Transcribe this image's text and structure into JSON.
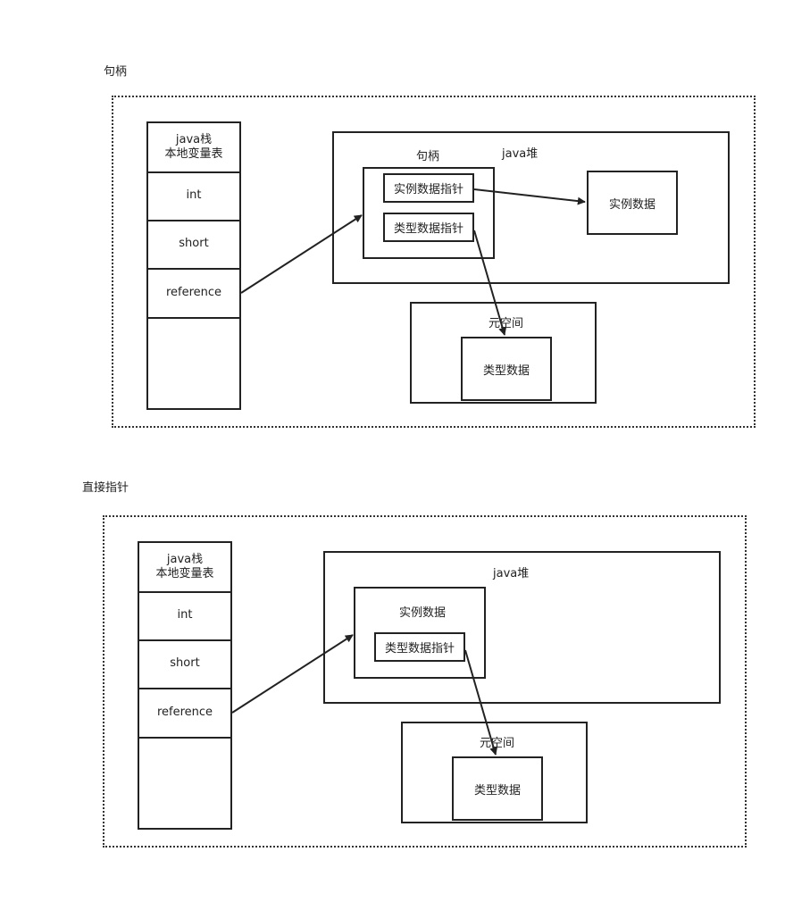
{
  "diagrams": [
    {
      "title": "句柄",
      "stack": {
        "header_line1": "java栈",
        "header_line2": "本地变量表",
        "cells": [
          "int",
          "short",
          "reference"
        ]
      },
      "heap": {
        "label": "java堆",
        "handle_label": "句柄",
        "instance_pointer": "实例数据指针",
        "type_pointer": "类型数据指针",
        "instance_data": "实例数据"
      },
      "metaspace": {
        "label": "元空间",
        "type_data": "类型数据"
      }
    },
    {
      "title": "直接指针",
      "stack": {
        "header_line1": "java栈",
        "header_line2": "本地变量表",
        "cells": [
          "int",
          "short",
          "reference"
        ]
      },
      "heap": {
        "label": "java堆",
        "instance_data": "实例数据",
        "type_pointer": "类型数据指针"
      },
      "metaspace": {
        "label": "元空间",
        "type_data": "类型数据"
      }
    }
  ]
}
